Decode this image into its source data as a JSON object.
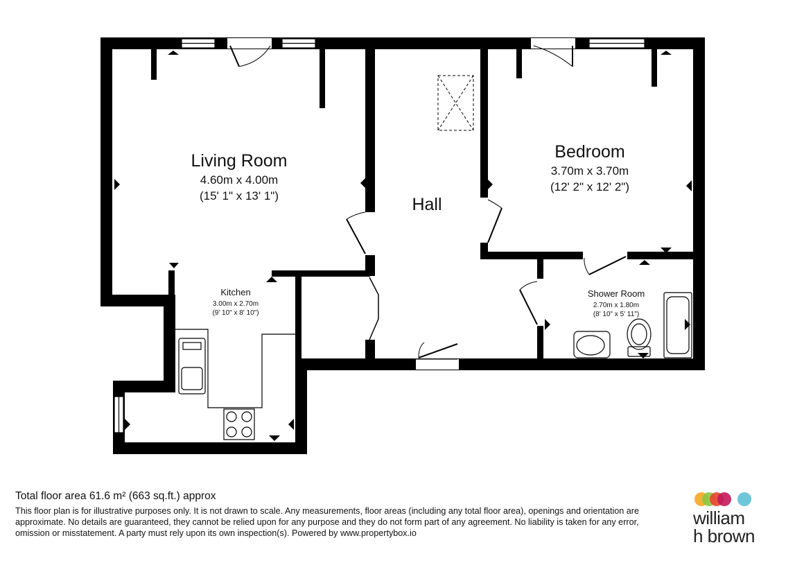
{
  "rooms": {
    "living": {
      "name": "Living Room",
      "metric": "4.60m x 4.00m",
      "imperial": "(15' 1\" x 13' 1\")"
    },
    "bedroom": {
      "name": "Bedroom",
      "metric": "3.70m x 3.70m",
      "imperial": "(12' 2\" x 12' 2\")"
    },
    "hall": {
      "name": "Hall"
    },
    "kitchen": {
      "name": "Kitchen",
      "metric": "3.00m x 2.70m",
      "imperial": "(9' 10\" x 8' 10\")"
    },
    "shower": {
      "name": "Shower Room",
      "metric": "2.70m x 1.80m",
      "imperial": "(8' 10\" x 5' 11\")"
    }
  },
  "footer": {
    "total_area": "Total floor area 61.6 m² (663 sq.ft.) approx",
    "disclaimer": "This floor plan is for illustrative purposes only. It is not drawn to scale. Any measurements, floor areas (including any total floor area), openings and orientation are approximate. No details are guaranteed, they cannot be relied upon for any purpose and they do not form part of any agreement. No liability is taken for any error, omission or misstatement. A party must rely upon its own inspection(s). Powered by www.propertybox.io"
  },
  "logo": {
    "line1": "william",
    "line2": "h brown",
    "dot_colors": [
      "#f5a623",
      "#8cc63f",
      "#e8452c",
      "#c2185b",
      "#6ec6d8"
    ]
  }
}
